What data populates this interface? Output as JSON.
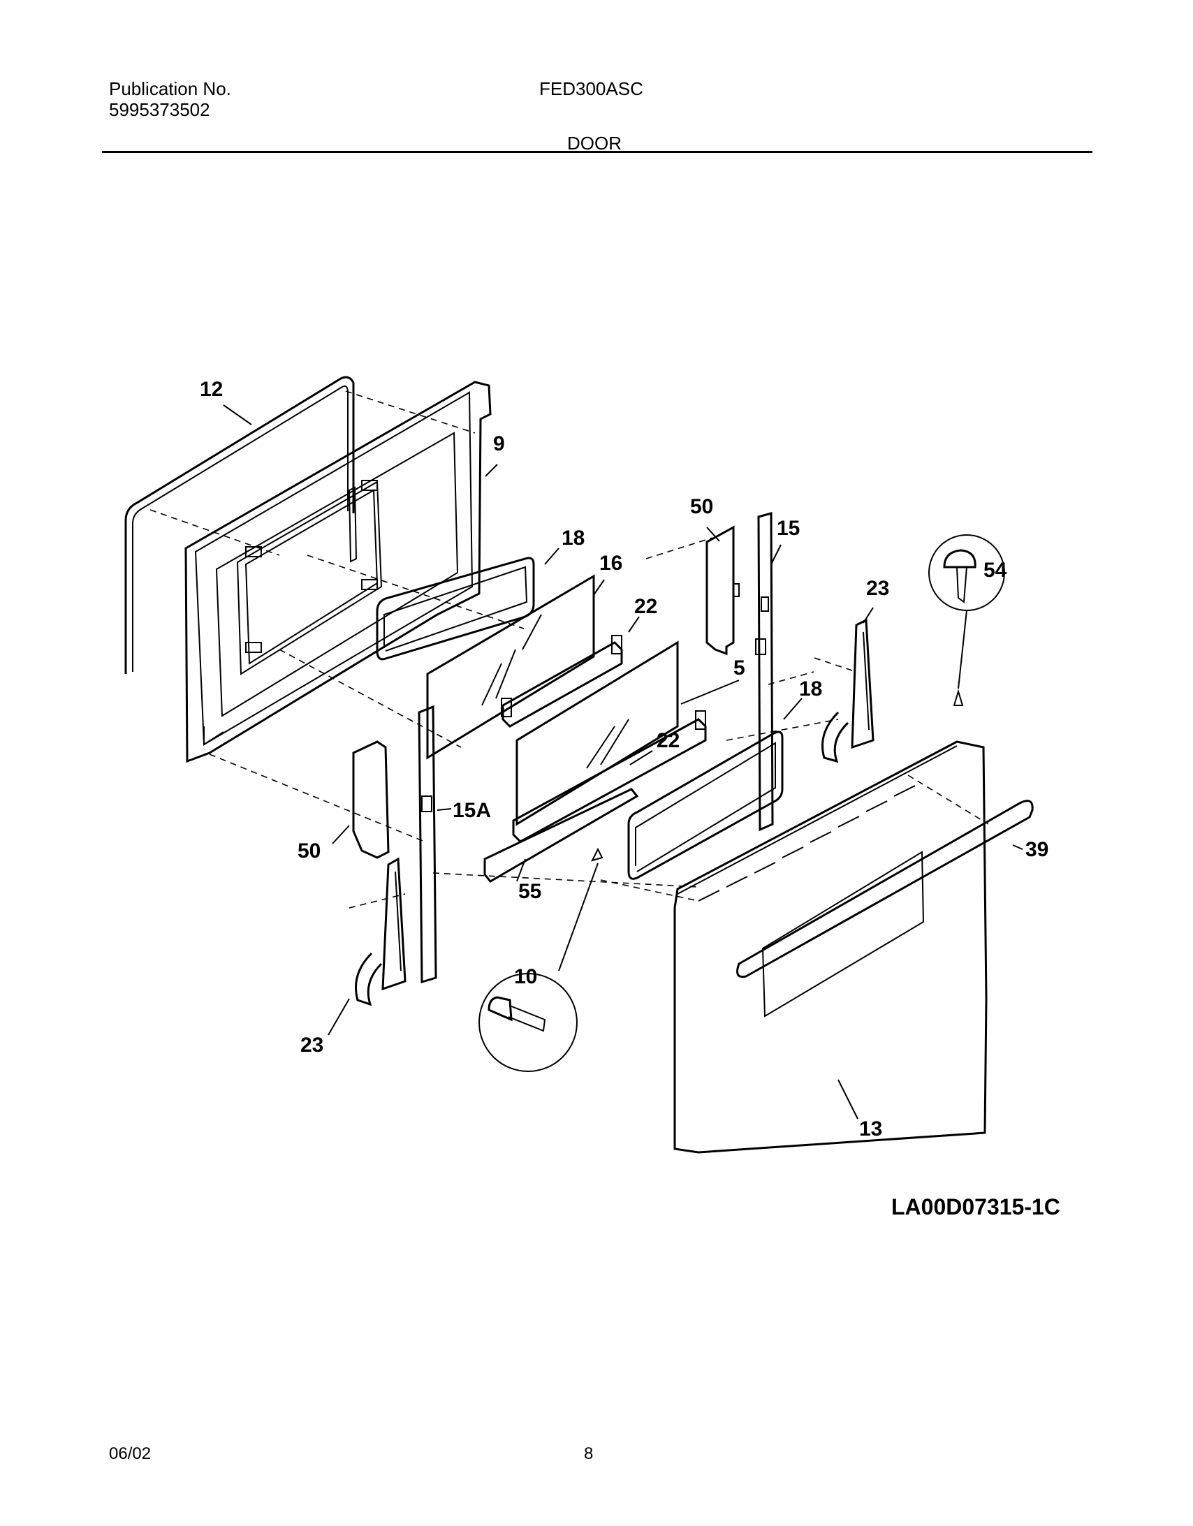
{
  "header": {
    "publication_label": "Publication No.",
    "publication_number": "5995373502",
    "model": "FED300ASC",
    "section": "DOOR"
  },
  "callouts": {
    "c12": "12",
    "c9": "9",
    "c18a": "18",
    "c16": "16",
    "c50a": "50",
    "c15": "15",
    "c54": "54",
    "c23a": "23",
    "c22a": "22",
    "c5": "5",
    "c18b": "18",
    "c22b": "22",
    "c15A": "15A",
    "c50b": "50",
    "c39": "39",
    "c55": "55",
    "c10": "10",
    "c23b": "23",
    "c13": "13"
  },
  "diagram_code": "LA00D07315-1C",
  "footer": {
    "date": "06/02",
    "page": "8"
  }
}
